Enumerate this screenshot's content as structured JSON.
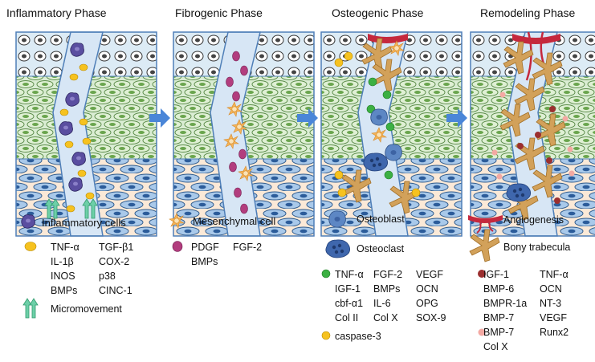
{
  "phases": [
    {
      "title": "Inflammatory Phase"
    },
    {
      "title": "Fibrogenic Phase"
    },
    {
      "title": "Osteogenic Phase"
    },
    {
      "title": "Remodeling Phase"
    }
  ],
  "legend": {
    "inflammatory_cells": "Inflammatory cells",
    "mesenchymal_cell": "Mesenchymal cell",
    "osteoblast": "Osteoblast",
    "osteoclast": "Osteoclast",
    "angiogenesis": "Angiogenesis",
    "bony_trabecula": "Bony trabecula",
    "micromovement": "Micromovement",
    "caspase": "caspase-3"
  },
  "factors": {
    "inflammatory": [
      "TNF-α",
      "IL-1β",
      "INOS",
      "BMPs",
      "TGF-β1",
      "COX-2",
      "p38",
      "CINC-1"
    ],
    "fibrogenic": [
      "PDGF",
      "FGF-2",
      "BMPs"
    ],
    "osteogenic": [
      "TNF-α",
      "IGF-1",
      "cbf-α1",
      "Col II",
      "FGF-2",
      "BMPs",
      "IL-6",
      "Col X",
      "VEGF",
      "OCN",
      "OPG",
      "SOX-9"
    ],
    "remodeling_dark": [
      "IGF-1",
      "BMP-6",
      "BMPR-1a",
      "BMP-7",
      "TNF-α",
      "OCN",
      "NT-3",
      "VEGF"
    ],
    "remodeling_light": [
      "BMP-7",
      "Col X",
      "Runx2"
    ]
  },
  "colors": {
    "top_layer": "#dcebf5",
    "mid_layer": "#daedd3",
    "bottom_layer": "#fbe9d7",
    "gap": "#d7e6f5",
    "panel_border": "#4f7fb8",
    "inflammatory_cell": "#5a4ea0",
    "yellow_cell": "#f6c21f",
    "mesenchymal": "#f4b45a",
    "magenta_cell": "#b23d7e",
    "osteoblast": "#5d87c4",
    "osteoclast": "#3f67ad",
    "green_cell": "#3cb043",
    "dark_red": "#9b2f2f",
    "pink": "#f4a9a3",
    "trabecula": "#d2a15a",
    "vessel": "#c5283d",
    "arrow": "#4a86d8",
    "micromovement": "#6dcfa8"
  }
}
